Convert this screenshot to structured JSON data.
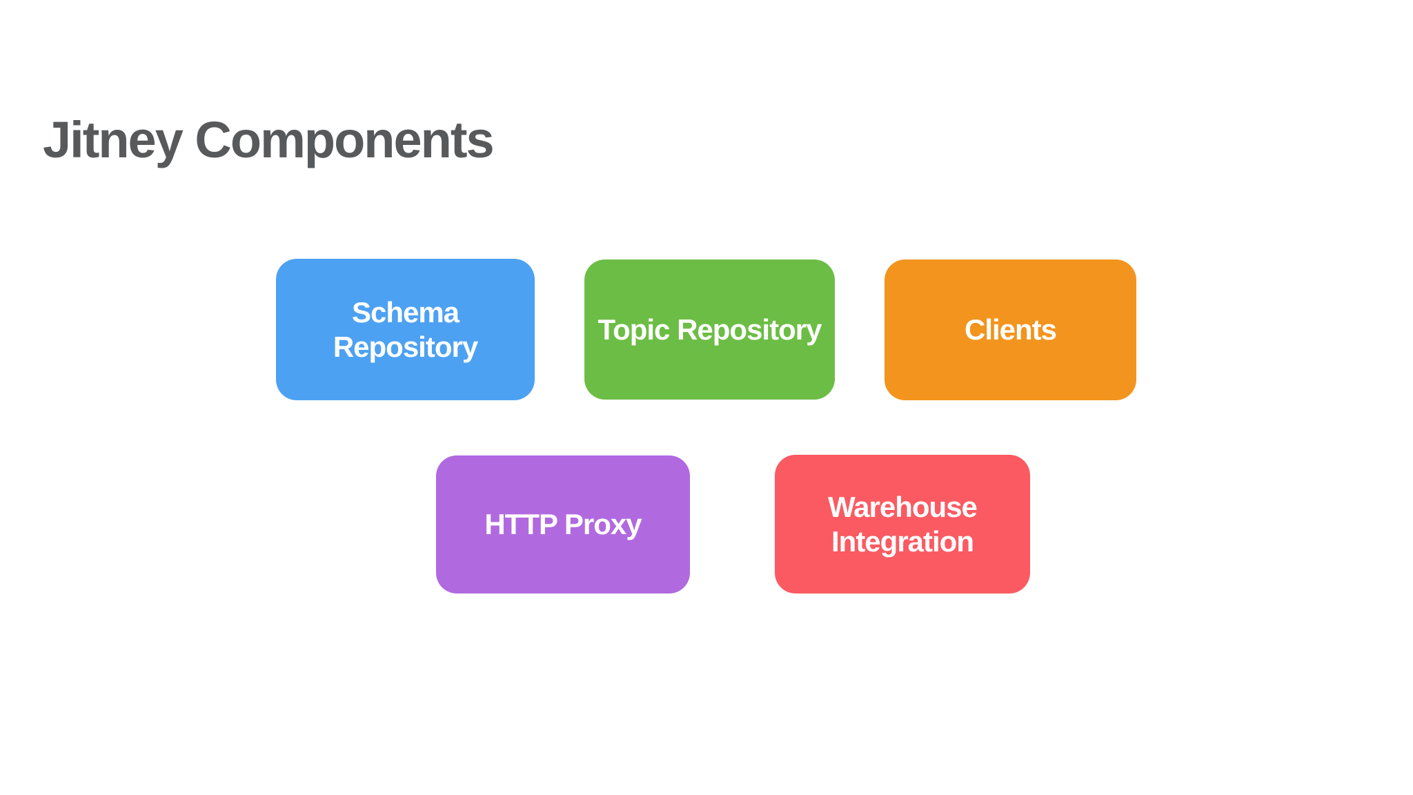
{
  "slide": {
    "title": "Jitney Components",
    "title_color": "#58595b",
    "background_color": "#ffffff"
  },
  "components": [
    {
      "label": "Schema Repository",
      "color": "#4DA1F2"
    },
    {
      "label": "Topic Repository",
      "color": "#6CBD45"
    },
    {
      "label": "Clients",
      "color": "#F2941D"
    },
    {
      "label": "HTTP Proxy",
      "color": "#B169E0"
    },
    {
      "label": "Warehouse Integration",
      "color": "#FB5A62"
    }
  ]
}
